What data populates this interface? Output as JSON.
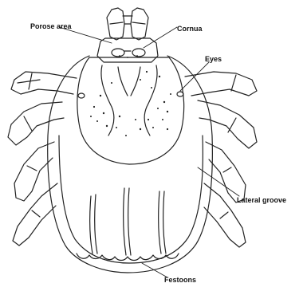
{
  "labels": {
    "porose_area": "Porose area",
    "cornua": "Cornua",
    "eyes": "Eyes",
    "lateral_groove": "Lateral groove",
    "festoons": "Festoons"
  }
}
